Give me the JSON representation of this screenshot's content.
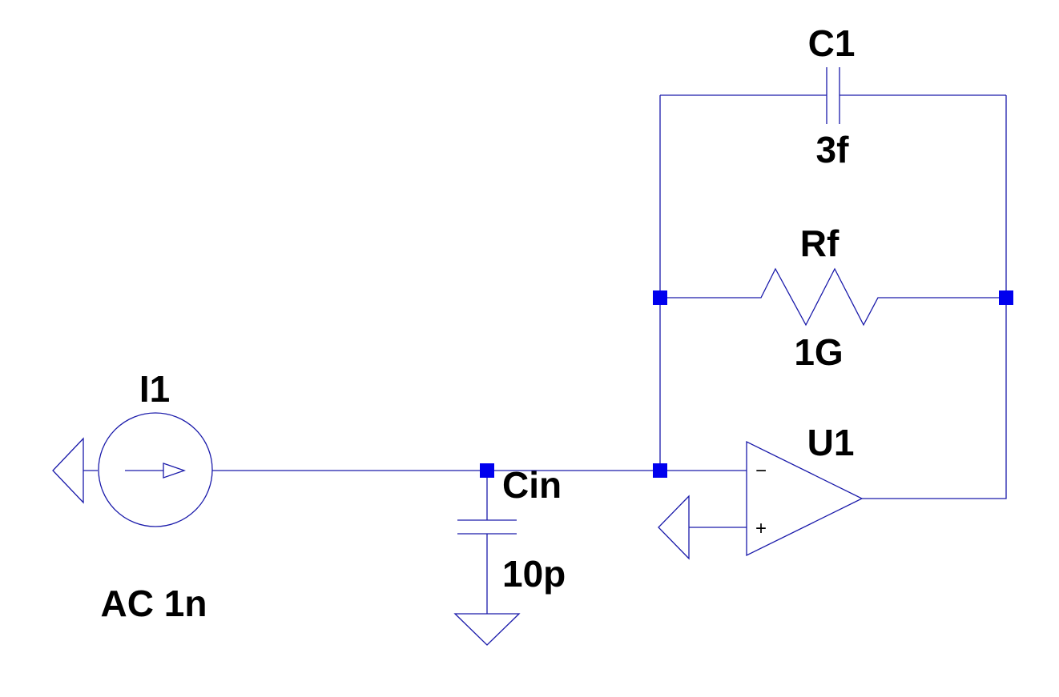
{
  "colors": {
    "wire": "#1a1aaa",
    "junction": "#0000ee",
    "text": "#000000",
    "background": "#ffffff"
  },
  "components": {
    "current_source": {
      "ref": "I1",
      "value": "AC 1n"
    },
    "input_capacitor": {
      "ref": "Cin",
      "value": "10p"
    },
    "feedback_capacitor": {
      "ref": "C1",
      "value": "3f"
    },
    "feedback_resistor": {
      "ref": "Rf",
      "value": "1G"
    },
    "opamp": {
      "ref": "U1",
      "inverting_sign": "−",
      "noninverting_sign": "+"
    }
  }
}
